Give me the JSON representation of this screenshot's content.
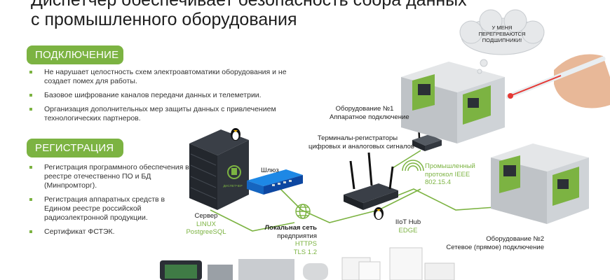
{
  "title": {
    "line1": "Диспетчер обеспечивает безопасность сбора данных",
    "line2": "с промышленного оборудования"
  },
  "connection": {
    "header": "ПОДКЛЮЧЕНИЕ",
    "items": [
      "Не нарушает целостность схем электроавтоматики оборудования и не создает помех для работы.",
      "Базовое шифрование каналов передачи данных и телеметрии.",
      "Организация дополнительных мер защиты данных с привлечением технологических партнеров."
    ]
  },
  "registration": {
    "header": "РЕГИСТРАЦИЯ",
    "items": [
      "Регистрация программного обеспечения в реестре отечественно ПО и БД (Минпромторг).",
      "Регистрация аппаратных средств в Едином реестре российской радиоэлектронной продукции.",
      "Сертификат ФСТЭК."
    ]
  },
  "diagram": {
    "server": {
      "label": "Сервер",
      "os": "LINUX",
      "db": "PostgreeSQL",
      "brand": "ДИСПЕТЧЕР"
    },
    "gateway": {
      "label": "Шлюз"
    },
    "network": {
      "label_line1": "Локальная сеть",
      "label_line2": "предприятия",
      "proto1": "HTTPS",
      "proto2": "TLS 1.2"
    },
    "hub": {
      "label": "IIoT Hub",
      "edge": "EDGE"
    },
    "equipment1": {
      "title": "Оборудование №1",
      "subtitle": "Аппаратное подключение"
    },
    "equipment2": {
      "title": "Оборудование №2",
      "subtitle": "Сетевое (прямое) подключение"
    },
    "terminals": {
      "line1": "Терминалы-регистраторы",
      "line2": "цифровых и аналоговых сигналов"
    },
    "protocol": {
      "line1": "Промышленный",
      "line2": "протокол IEEE",
      "line3": "802.15.4"
    },
    "cloud": {
      "text": "У МЕНЯ ПЕРЕГРЕВАЮТСЯ ПОДШИПНИКИ!"
    }
  },
  "colors": {
    "accent": "#7cb342",
    "dark": "#2b2f36",
    "machine": "#d9dcdf"
  }
}
